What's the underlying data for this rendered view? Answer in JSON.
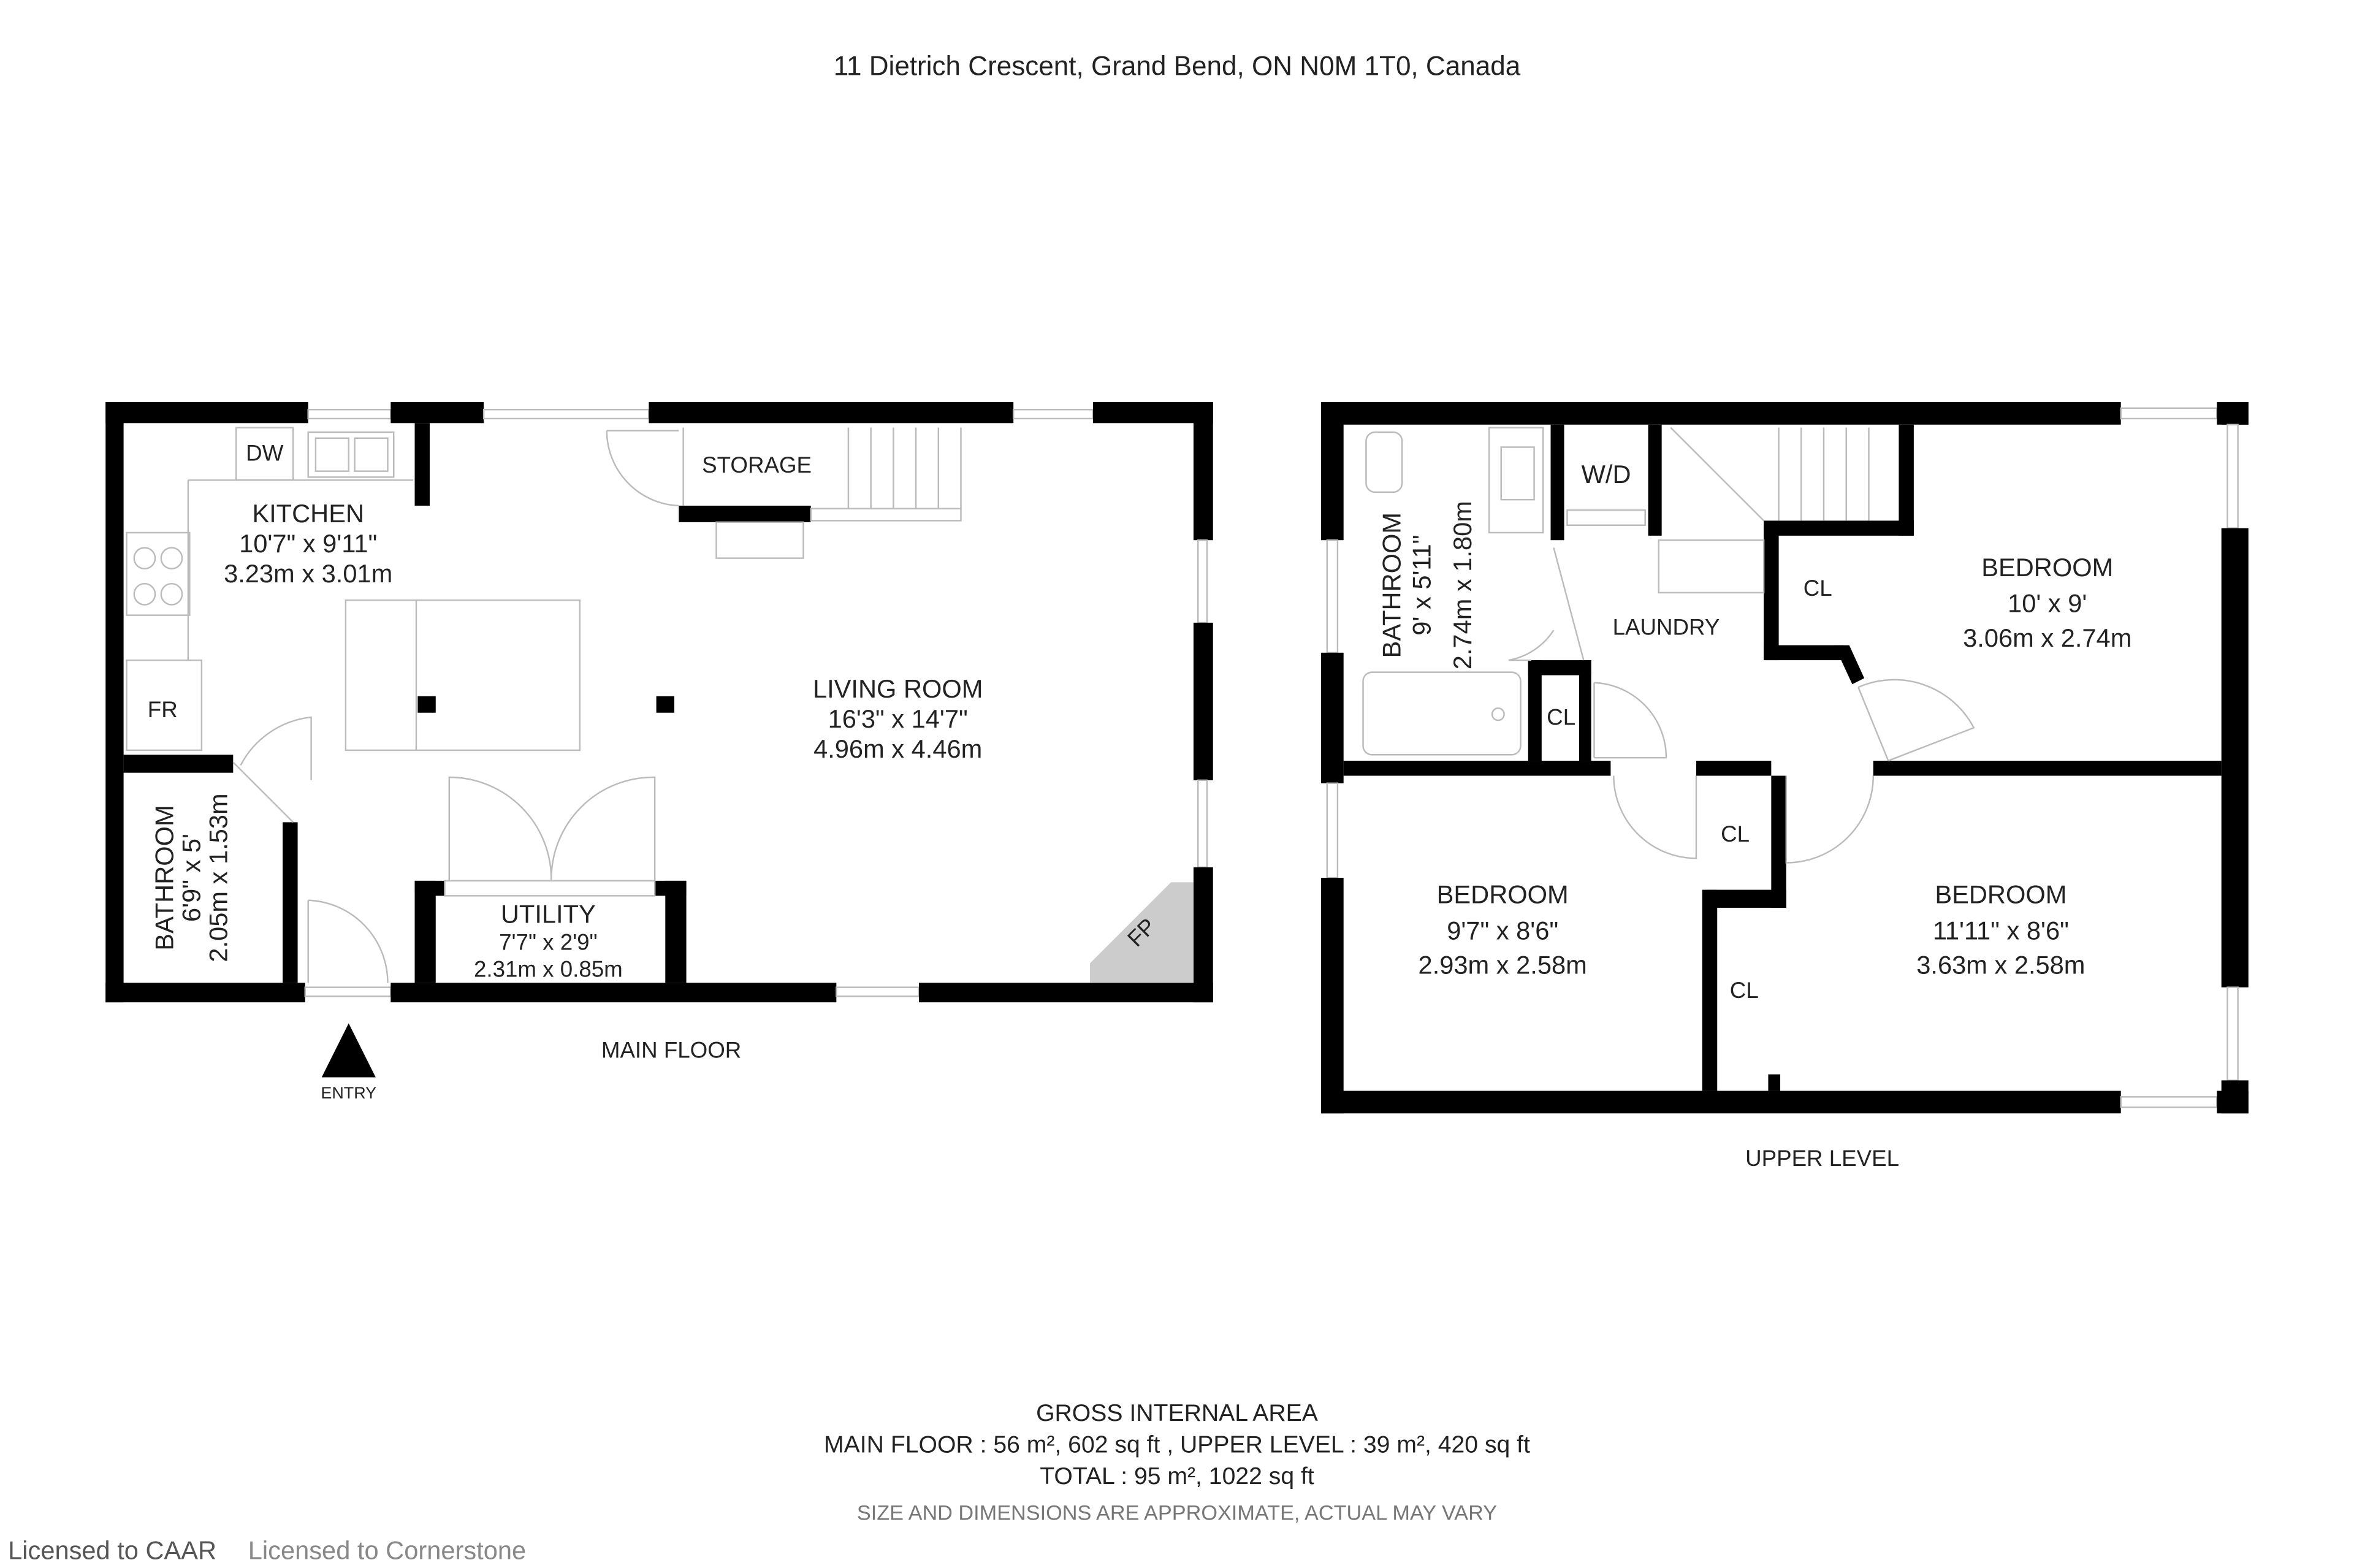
{
  "address": "11 Dietrich Crescent, Grand Bend, ON N0M 1T0, Canada",
  "main_floor": {
    "label": "MAIN FLOOR",
    "entry": "ENTRY",
    "rooms": {
      "kitchen": {
        "name": "KITCHEN",
        "imperial": "10'7\" x 9'11\"",
        "metric": "3.23m x 3.01m"
      },
      "living": {
        "name": "LIVING ROOM",
        "imperial": "16'3\" x 14'7\"",
        "metric": "4.96m x 4.46m"
      },
      "bathroom": {
        "name": "BATHROOM",
        "imperial": "6'9\" x 5'",
        "metric": "2.05m x 1.53m"
      },
      "utility": {
        "name": "UTILITY",
        "imperial": "7'7\" x 2'9\"",
        "metric": "2.31m x 0.85m"
      },
      "storage": {
        "name": "STORAGE"
      }
    },
    "fixtures": {
      "dw": "DW",
      "fr": "FR",
      "fp": "FP"
    }
  },
  "upper_level": {
    "label": "UPPER LEVEL",
    "rooms": {
      "bathroom": {
        "name": "BATHROOM",
        "imperial": "9' x 5'11\"",
        "metric": "2.74m x 1.80m"
      },
      "laundry": {
        "name": "LAUNDRY"
      },
      "wd": "W/D",
      "bedroom1": {
        "name": "BEDROOM",
        "imperial": "10' x 9'",
        "metric": "3.06m x 2.74m"
      },
      "bedroom2": {
        "name": "BEDROOM",
        "imperial": "9'7\" x 8'6\"",
        "metric": "2.93m x 2.58m"
      },
      "bedroom3": {
        "name": "BEDROOM",
        "imperial": "11'11\" x 8'6\"",
        "metric": "3.63m x 2.58m"
      }
    },
    "closet": "CL"
  },
  "area": {
    "title": "GROSS INTERNAL AREA",
    "line1": "MAIN FLOOR : 56 m², 602 sq ft , UPPER LEVEL : 39 m², 420 sq ft",
    "line2": "TOTAL : 95 m², 1022 sq ft",
    "disclaimer": "SIZE AND DIMENSIONS ARE APPROXIMATE, ACTUAL MAY VARY"
  },
  "watermark": {
    "a": "Licensed to CAAR",
    "b": "Licensed to Cornerstone"
  }
}
